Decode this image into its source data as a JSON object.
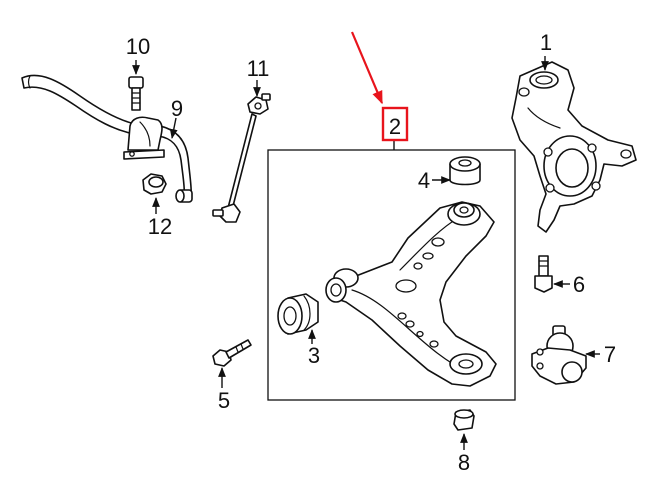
{
  "callouts": {
    "c1": "1",
    "c2": "2",
    "c3": "3",
    "c4": "4",
    "c5": "5",
    "c6": "6",
    "c7": "7",
    "c8": "8",
    "c9": "9",
    "c10": "10",
    "c11": "11",
    "c12": "12"
  },
  "colors": {
    "highlight": "#e8141c",
    "line": "#111111",
    "background": "#ffffff"
  }
}
